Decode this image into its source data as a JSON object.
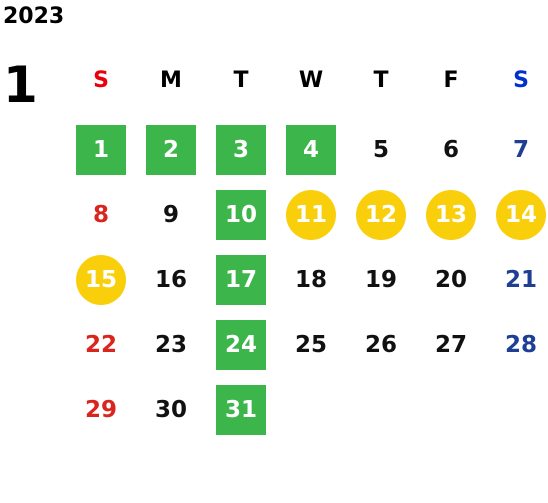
{
  "year": "2023",
  "month": "1",
  "weekdays": [
    "S",
    "M",
    "T",
    "W",
    "T",
    "F",
    "S"
  ],
  "days": [
    {
      "label": "1",
      "mark": "green"
    },
    {
      "label": "2",
      "mark": "green"
    },
    {
      "label": "3",
      "mark": "green"
    },
    {
      "label": "4",
      "mark": "green"
    },
    {
      "label": "5",
      "mark": "none"
    },
    {
      "label": "6",
      "mark": "none"
    },
    {
      "label": "7",
      "mark": "none"
    },
    {
      "label": "8",
      "mark": "none"
    },
    {
      "label": "9",
      "mark": "none"
    },
    {
      "label": "10",
      "mark": "green"
    },
    {
      "label": "11",
      "mark": "yellow"
    },
    {
      "label": "12",
      "mark": "yellow"
    },
    {
      "label": "13",
      "mark": "yellow"
    },
    {
      "label": "14",
      "mark": "yellow"
    },
    {
      "label": "15",
      "mark": "yellow"
    },
    {
      "label": "16",
      "mark": "none"
    },
    {
      "label": "17",
      "mark": "green"
    },
    {
      "label": "18",
      "mark": "none"
    },
    {
      "label": "19",
      "mark": "none"
    },
    {
      "label": "20",
      "mark": "none"
    },
    {
      "label": "21",
      "mark": "none"
    },
    {
      "label": "22",
      "mark": "none"
    },
    {
      "label": "23",
      "mark": "none"
    },
    {
      "label": "24",
      "mark": "green"
    },
    {
      "label": "25",
      "mark": "none"
    },
    {
      "label": "26",
      "mark": "none"
    },
    {
      "label": "27",
      "mark": "none"
    },
    {
      "label": "28",
      "mark": "none"
    },
    {
      "label": "29",
      "mark": "none"
    },
    {
      "label": "30",
      "mark": "none"
    },
    {
      "label": "31",
      "mark": "green"
    }
  ],
  "colors": {
    "green_mark": "#3cb54a",
    "yellow_mark": "#f9cf0b",
    "sunday": "#d9251d",
    "saturday": "#1f3f95"
  }
}
